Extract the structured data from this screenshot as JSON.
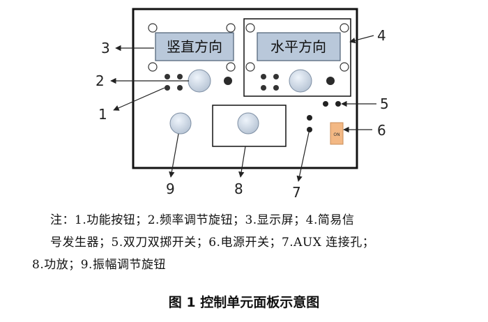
{
  "panel": {
    "display_vertical": "竖直方向",
    "display_horizontal": "水平方向",
    "power_switch_label": "ON"
  },
  "callouts": [
    "1",
    "2",
    "3",
    "4",
    "5",
    "6",
    "7",
    "8",
    "9"
  ],
  "note": {
    "line1": "注：1.功能按钮；2.频率调节旋钮；3.显示屏；4.简易信",
    "line2": "号发生器；5.双刀双掷开关；6.电源开关；7.AUX 连接孔；",
    "line3": "8.功放；9.振幅调节旋钮"
  },
  "figure_title": "图 1  控制单元面板示意图"
}
